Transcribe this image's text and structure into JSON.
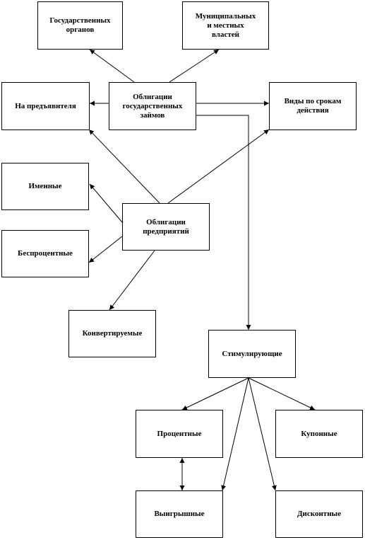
{
  "nodes": {
    "gov_bodies": "Государственных\nорганов",
    "municipal": "Муниципальных\nи местных\nвластей",
    "bearer": "На предъявителя",
    "gov_bonds": "Облигации\nгосударственных\nзаймов",
    "term_types": "Виды по срокам\nдействия",
    "registered": "Именные",
    "corp_bonds": "Облигации\nпредприятий",
    "interest_free": "Беспроцентные",
    "convertible": "Конвертируемые",
    "stimulating": "Стимулирующие",
    "interest": "Процентные",
    "coupon": "Купонные",
    "lottery": "Выигрышные",
    "discount": "Дисконтные"
  },
  "edges": [
    [
      "gov_bonds",
      "gov_bodies"
    ],
    [
      "gov_bonds",
      "municipal"
    ],
    [
      "gov_bonds",
      "bearer"
    ],
    [
      "gov_bonds",
      "term_types"
    ],
    [
      "gov_bonds",
      "stimulating"
    ],
    [
      "corp_bonds",
      "bearer"
    ],
    [
      "corp_bonds",
      "term_types"
    ],
    [
      "corp_bonds",
      "registered"
    ],
    [
      "corp_bonds",
      "interest_free"
    ],
    [
      "corp_bonds",
      "convertible"
    ],
    [
      "stimulating",
      "interest"
    ],
    [
      "stimulating",
      "coupon"
    ],
    [
      "stimulating",
      "lottery"
    ],
    [
      "stimulating",
      "discount"
    ],
    [
      "interest",
      "lottery"
    ]
  ]
}
